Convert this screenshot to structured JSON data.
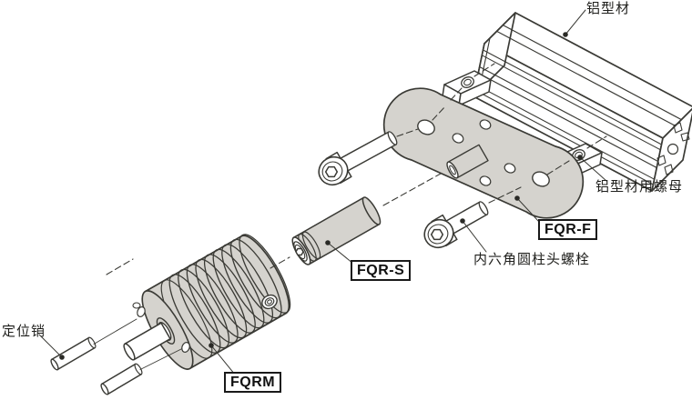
{
  "drawing": {
    "background": "#ffffff",
    "line_color": "#3a3a35",
    "part_fill": "#d5d3ce",
    "white_fill": "#ffffff",
    "label_color": "#1f1f1c"
  },
  "callouts": {
    "extrusion": {
      "text": "铝型材",
      "boxed": false
    },
    "extrusion_nut": {
      "text": "铝型材用螺母",
      "boxed": false
    },
    "socket_bolt": {
      "text": "内六角圆柱头螺栓",
      "boxed": false
    },
    "locating_pin": {
      "text": "定位销",
      "boxed": false
    },
    "flange_code": {
      "text": "FQR-F",
      "boxed": true
    },
    "sleeve_code": {
      "text": "FQR-S",
      "boxed": true
    },
    "coupling_code": {
      "text": "FQRM",
      "boxed": true
    }
  }
}
